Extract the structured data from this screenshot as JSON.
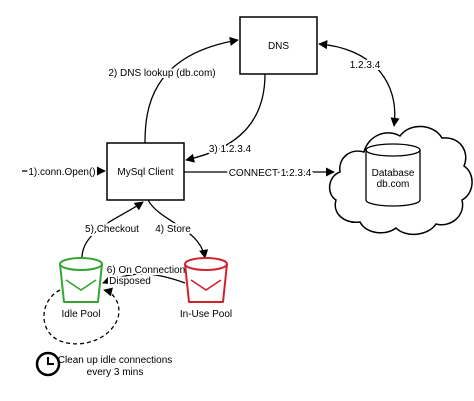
{
  "nodes": {
    "dns": "DNS",
    "client": "MySql Client",
    "database_line1": "Database",
    "database_line2": "db.com",
    "idle_pool": "Idle Pool",
    "inuse_pool": "In-Use Pool"
  },
  "edges": {
    "open": "1).conn.Open()",
    "dns_lookup": "2) DNS lookup (db.com)",
    "dns_reply": "3) 1.2.3.4",
    "dns_db": "1.2.3.4",
    "connect": "CONNECT 1.2.3.4",
    "checkout": "5) Checkout",
    "store": "4) Store",
    "disposed_line1": "6) On Connection",
    "disposed_line2": "Disposed"
  },
  "cleanup": {
    "line1": "Clean up idle connections",
    "line2": "every 3 mins"
  },
  "colors": {
    "idle_bucket": "#33a532",
    "inuse_bucket": "#d0232c",
    "stroke": "#000000"
  },
  "icons": {
    "idle_pool": "bucket-icon",
    "inuse_pool": "bucket-icon",
    "cleanup": "clock-icon",
    "database": "cylinder-icon",
    "cloud": "cloud-shape"
  }
}
